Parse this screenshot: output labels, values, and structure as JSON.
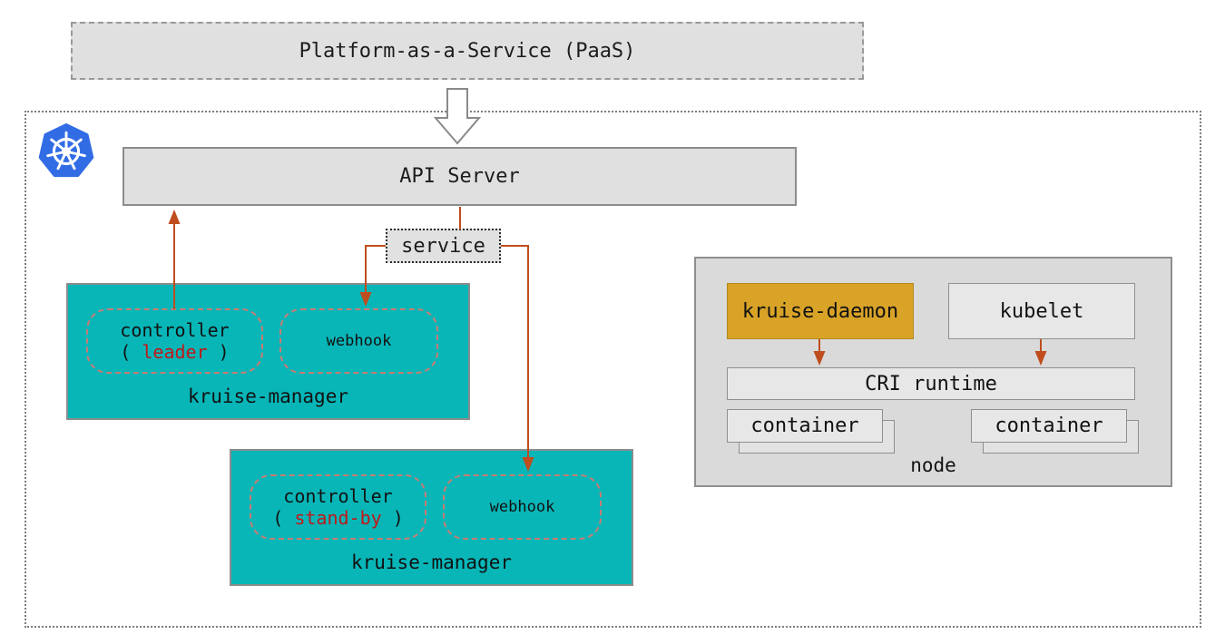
{
  "colors": {
    "teal": "#08b6b8",
    "gold": "#d9a328",
    "arrow_rust": "#bf4d1d",
    "accent_red": "#c01818",
    "kubernetes_blue": "#326ce5",
    "box_gray": "#e0e0e0"
  },
  "paas": {
    "label": "Platform-as-a-Service (PaaS)"
  },
  "cluster": {
    "api_server": {
      "label": "API Server"
    },
    "service": {
      "label": "service"
    },
    "managers": [
      {
        "label": "kruise-manager",
        "controller": {
          "title": "controller",
          "paren_open": "( ",
          "role": "leader",
          "paren_close": " )"
        },
        "webhook": {
          "label": "webhook"
        }
      },
      {
        "label": "kruise-manager",
        "controller": {
          "title": "controller",
          "paren_open": "( ",
          "role": "stand-by",
          "paren_close": " )"
        },
        "webhook": {
          "label": "webhook"
        }
      }
    ],
    "node": {
      "label": "node",
      "kruise_daemon": {
        "label": "kruise-daemon"
      },
      "kubelet": {
        "label": "kubelet"
      },
      "cri_runtime": {
        "label": "CRI runtime"
      },
      "containers": [
        {
          "label": "container"
        },
        {
          "label": "container"
        }
      ]
    }
  }
}
